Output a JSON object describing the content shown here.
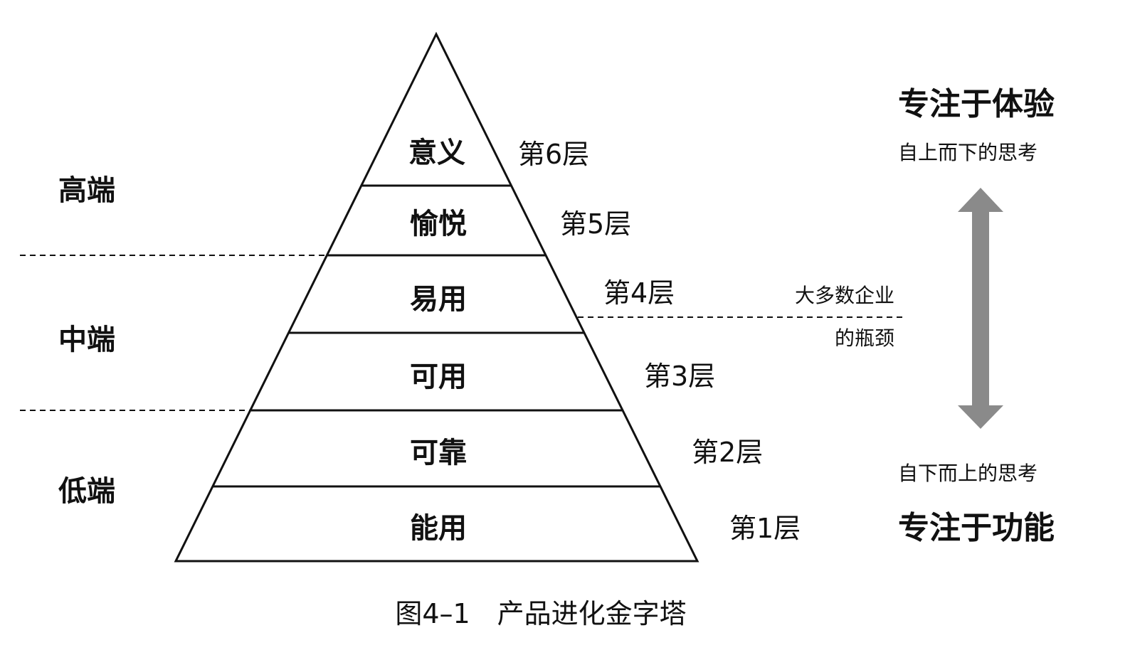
{
  "layers": [
    {
      "name": "意义",
      "level": "第6层"
    },
    {
      "name": "愉悦",
      "level": "第5层"
    },
    {
      "name": "易用",
      "level": "第4层"
    },
    {
      "name": "可用",
      "level": "第3层"
    },
    {
      "name": "可靠",
      "level": "第2层"
    },
    {
      "name": "能用",
      "level": "第1层"
    }
  ],
  "tiers": {
    "high": "高端",
    "mid": "中端",
    "low": "低端"
  },
  "bottleneck": {
    "line1": "大多数企业",
    "line2": "的瓶颈"
  },
  "right": {
    "top_title": "专注于体验",
    "top_sub": "自上而下的思考",
    "bottom_sub": "自下而上的思考",
    "bottom_title": "专注于功能"
  },
  "caption": "图4–1　产品进化金字塔",
  "colors": {
    "arrow": "#8a8a8a",
    "line": "#111111"
  }
}
